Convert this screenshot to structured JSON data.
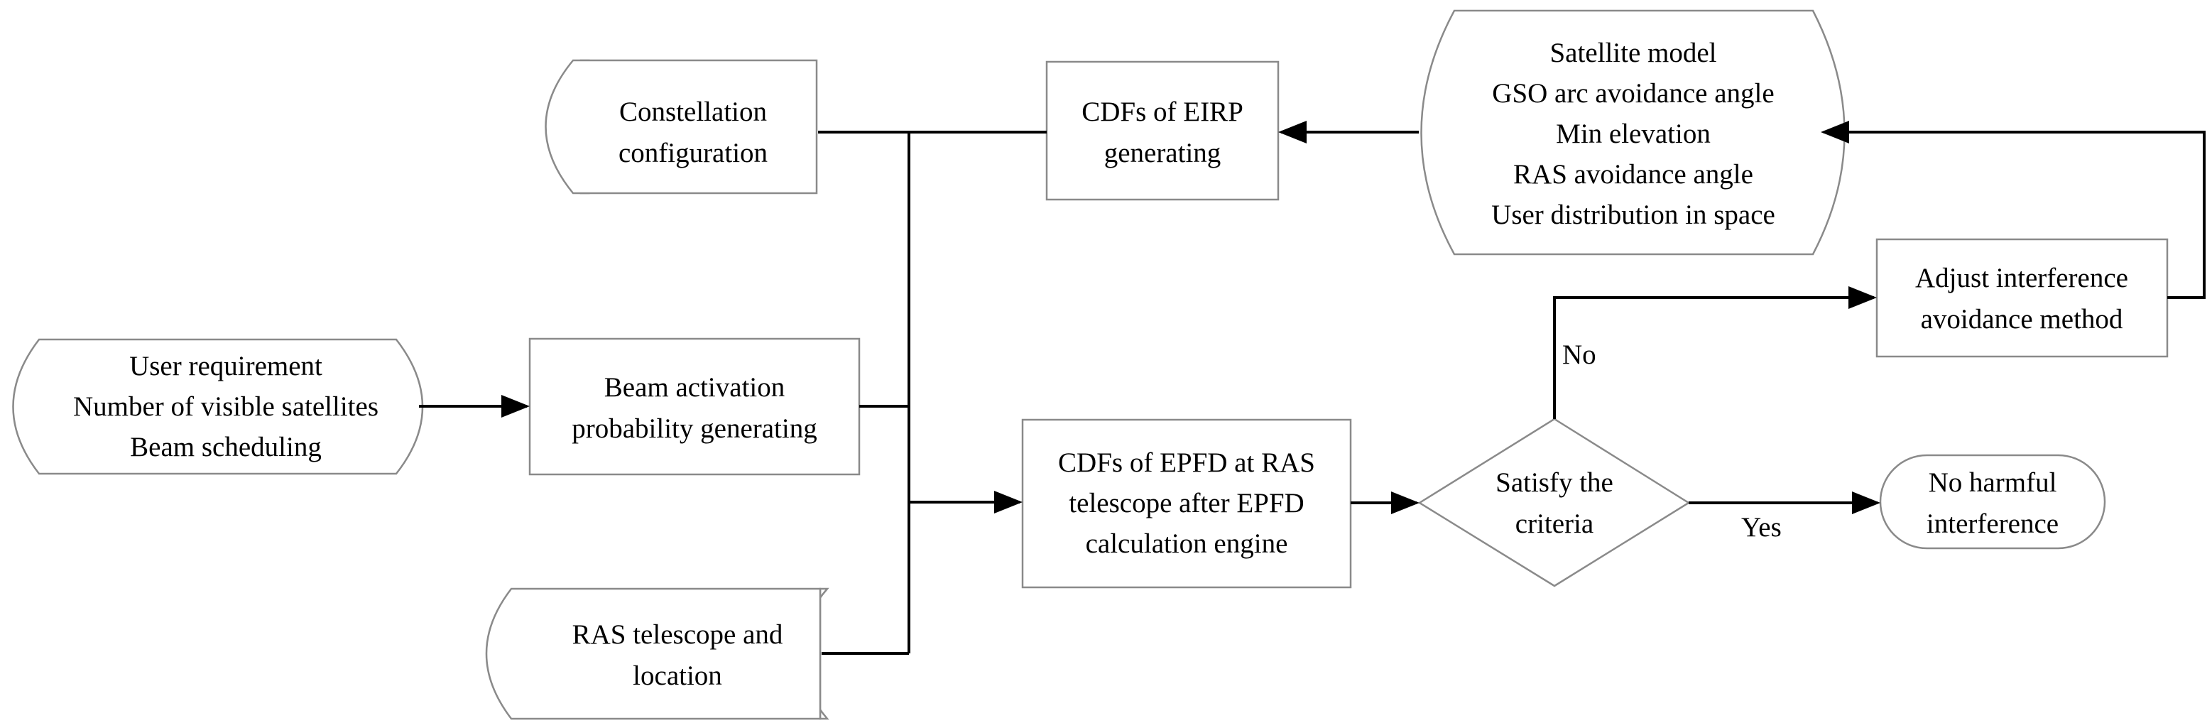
{
  "nodes": {
    "constellation": {
      "lines": [
        "Constellation",
        "configuration"
      ]
    },
    "cdf_eirp": {
      "lines": [
        "CDFs of EIRP",
        "generating"
      ]
    },
    "satellite_params": {
      "lines": [
        "Satellite model",
        "GSO arc avoidance angle",
        "Min elevation",
        "RAS avoidance angle",
        "User distribution in space"
      ]
    },
    "user_req": {
      "lines": [
        "User requirement",
        "Number of visible satellites",
        "Beam scheduling"
      ]
    },
    "beam_activation": {
      "lines": [
        "Beam activation",
        "probability generating"
      ]
    },
    "adjust": {
      "lines": [
        "Adjust interference",
        "avoidance method"
      ]
    },
    "cdf_epfd": {
      "lines": [
        "CDFs of EPFD at RAS",
        "telescope after EPFD",
        "calculation engine"
      ]
    },
    "decision": {
      "lines": [
        "Satisfy the",
        "criteria"
      ]
    },
    "result": {
      "lines": [
        "No harmful",
        "interference"
      ]
    },
    "ras_telescope": {
      "lines": [
        "RAS telescope and",
        "location"
      ]
    }
  },
  "edge_labels": {
    "no": "No",
    "yes": "Yes"
  }
}
